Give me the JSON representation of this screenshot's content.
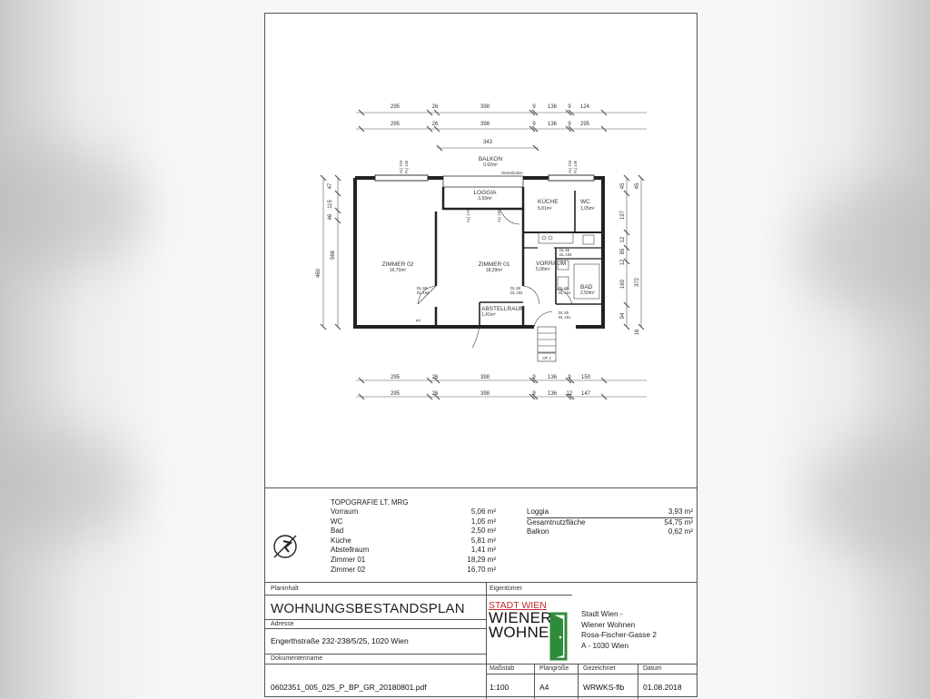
{
  "plan": {
    "dims_top_row1": [
      "295",
      "26",
      "398",
      "9",
      "136",
      "9",
      "124"
    ],
    "dims_top_row2": [
      "295",
      "26",
      "398",
      "9",
      "136",
      "9",
      "295"
    ],
    "dim_top_343": "343",
    "dims_bottom_row1": [
      "295",
      "26",
      "398",
      "9",
      "136",
      "9",
      "150"
    ],
    "dims_bottom_row2": [
      "295",
      "26",
      "398",
      "9",
      "136",
      "12",
      "147"
    ],
    "dims_left": [
      "47",
      "115",
      "46",
      "566",
      "460"
    ],
    "dims_right": [
      "45",
      "197",
      "12",
      "85",
      "12",
      "169",
      "372",
      "94",
      "45",
      "16"
    ],
    "window_labels": [
      "AL| 219",
      "FL| 136",
      "AL| 174",
      "AL| 193",
      "AL| 219",
      "FL| 136"
    ],
    "balkon": {
      "name": "BALKON",
      "area": "0,62m²",
      "note": "Dielenboden"
    },
    "rooms": [
      {
        "name": "LOGGIA",
        "area": "3,93m²"
      },
      {
        "name": "KÜCHE",
        "area": "5,81m²"
      },
      {
        "name": "WC",
        "area": "1,05m²"
      },
      {
        "name": "ZIMMER 02",
        "area": "16,70m²"
      },
      {
        "name": "ZIMMER 01",
        "area": "18,29m²"
      },
      {
        "name": "VORRAUM",
        "area": "5,06m²"
      },
      {
        "name": "BAD",
        "area": "2,50m²"
      },
      {
        "name": "ABSTELLRAUM",
        "area": "1,41m²"
      }
    ],
    "door_tags": [
      "DL 80",
      "DL 194",
      "DL 80",
      "DL 193",
      "DL 65",
      "DL 191",
      "DL 80",
      "DL 191",
      "DL 65",
      "DL 193"
    ],
    "stair_label": "OF 2",
    "pt_label": "PT"
  },
  "areas": {
    "heading": "TOPOGRAFIE LT. MRG",
    "rooms": [
      {
        "name": "Vorraum",
        "value": "5,06 m²"
      },
      {
        "name": "WC",
        "value": "1,05 m²"
      },
      {
        "name": "Bad",
        "value": "2,50 m²"
      },
      {
        "name": "Küche",
        "value": "5,81 m²"
      },
      {
        "name": "Abstellraum",
        "value": "1,41 m²"
      },
      {
        "name": "Zimmer 01",
        "value": "18,29 m²"
      },
      {
        "name": "Zimmer 02",
        "value": "16,70 m²"
      }
    ],
    "extra": [
      {
        "name": "Loggia",
        "value": "3,93 m²"
      },
      {
        "name": "Gesamtnutzfläche",
        "value": "54,75 m²"
      },
      {
        "name": "Balkon",
        "value": "0,62 m²"
      }
    ]
  },
  "titleblock": {
    "planinhalt_label": "Planinhalt",
    "title": "WOHNUNGSBESTANDSPLAN",
    "adresse_label": "Adresse",
    "address": "Engerthstraße 232-238/5/25, 1020 Wien",
    "dokumentenname_label": "Dokumentenname",
    "document_name": "0602351_005_025_P_BP_GR_20180801.pdf",
    "eigentuemer_label": "Eigentümer",
    "logo_top": "STADT WIEN",
    "logo_line1": "WIENER",
    "logo_line2": "WOHNEN",
    "owner": [
      "Stadt Wien -",
      "Wiener Wohnen",
      "Rosa-Fischer-Gasse 2",
      "A - 1030 Wien"
    ],
    "massstab_label": "Maßstab",
    "massstab": "1:100",
    "plangroesse_label": "Plangröße",
    "plangroesse": "A4",
    "gezeichnet_label": "Gezeichnet",
    "gezeichnet": "WRWKS-flb",
    "datum_label": "Datum",
    "datum": "01.08.2018"
  },
  "colors": {
    "logo_red": "#c0282d",
    "logo_green": "#2e8b3a",
    "line": "#333333"
  }
}
